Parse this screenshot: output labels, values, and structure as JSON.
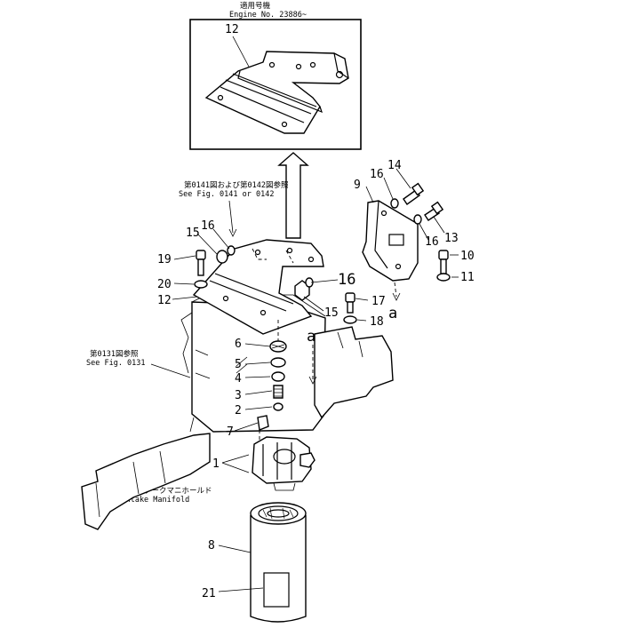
{
  "inset": {
    "note_jp": "適用号機",
    "note_en": "Engine No. 23886~",
    "part_label": "12"
  },
  "references": {
    "fig0141_jp": "第0141図および第0142図参照",
    "fig0141_en": "See Fig. 0141 or 0142",
    "fig0131_jp": "第0131図参照",
    "fig0131_en": "See Fig. 0131",
    "manifold_jp": "エアーインテークマニホールド",
    "manifold_en": "Air Intake Manifold"
  },
  "callouts": {
    "p1": "1",
    "p2": "2",
    "p3": "3",
    "p4": "4",
    "p5": "5",
    "p6": "6",
    "p7": "7",
    "p8": "8",
    "p9": "9",
    "p10": "10",
    "p11": "11",
    "p12": "12",
    "p13": "13",
    "p14": "14",
    "p15a": "15",
    "p15b": "15",
    "p16a": "16",
    "p16b": "16",
    "p16c": "16",
    "p16d": "16",
    "p17": "17",
    "p18": "18",
    "p19": "19",
    "p20": "20",
    "p21": "21",
    "a1": "a",
    "a2": "a"
  }
}
